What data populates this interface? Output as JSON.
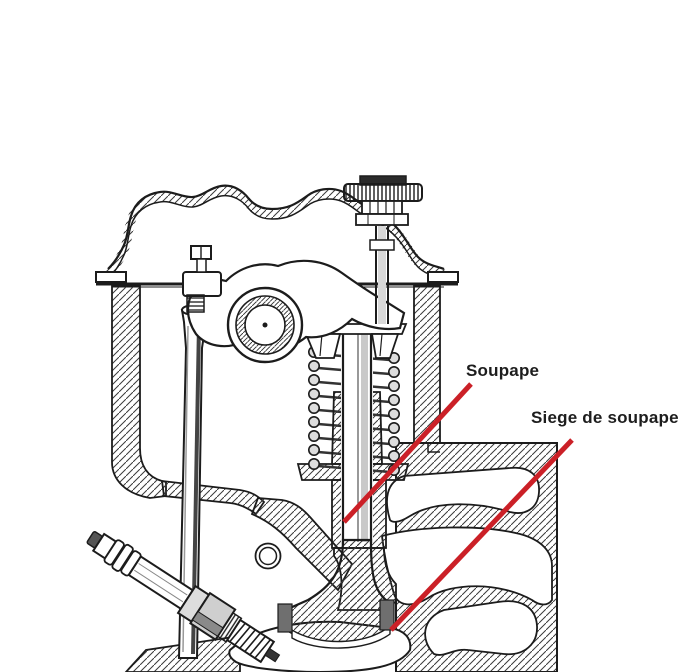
{
  "figure": {
    "alt": "Cross-section drawing of an engine cylinder head showing rocker arm, pushrod, valve spring, valve and spark plug",
    "background": "#ffffff",
    "ink_color": "#1c1c1c",
    "annotation_color": "#cb2027",
    "valve_seat_color": "#6f6f6f",
    "annotations": [
      {
        "id": "soupape",
        "label": "Soupape"
      },
      {
        "id": "siege-de-soupape",
        "label": "Siege de soupape"
      }
    ]
  }
}
